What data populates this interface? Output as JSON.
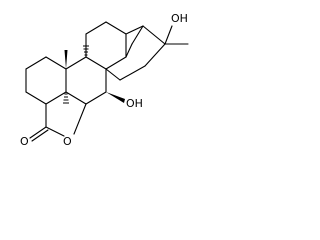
{
  "structure": {
    "bond_color": "#000000",
    "background": "#ffffff",
    "labels": {
      "oh_top": "OH",
      "oh_mid": "OH",
      "o_ring": "O",
      "o_carbonyl": "O"
    }
  }
}
